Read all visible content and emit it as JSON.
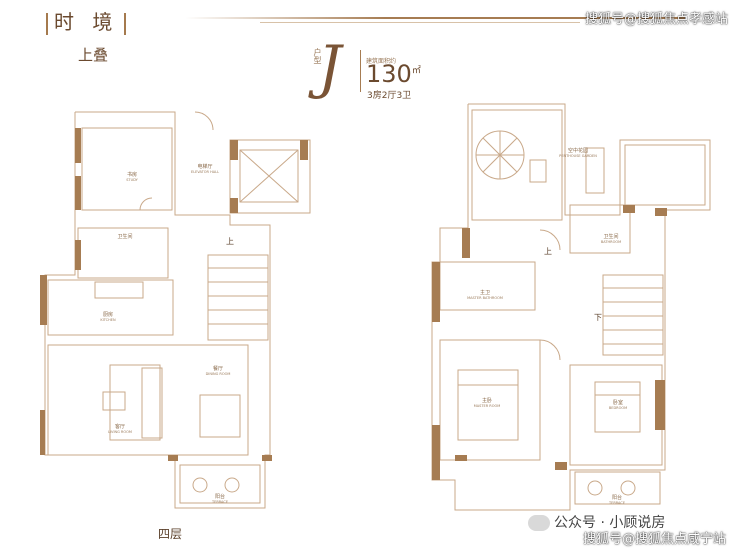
{
  "brand": {
    "title": "时 境",
    "subtitle": "上叠"
  },
  "watermarks": {
    "top": "搜狐号@搜狐焦点孝感站",
    "bottom": "搜狐号@搜狐焦点咸宁站"
  },
  "unit": {
    "tag": "户型",
    "letter": "J",
    "area_caption": "建筑面积约",
    "area": "130",
    "area_unit": "㎡",
    "layout": "3房2厅3卫"
  },
  "floor_label": "四层",
  "social_caption": "公众号 · 小顾说房",
  "left_plan": {
    "rooms": [
      {
        "cn": "书房",
        "en": "STUDY"
      },
      {
        "cn": "电梯厅",
        "en": "ELEVATOR HALL"
      },
      {
        "cn": "卫生间",
        "en": ""
      },
      {
        "cn": "厨房",
        "en": "KITCHEN"
      },
      {
        "cn": "餐厅",
        "en": "DINING ROOM"
      },
      {
        "cn": "客厅",
        "en": "LIVING ROOM"
      },
      {
        "cn": "阳台",
        "en": "TERRACE"
      }
    ],
    "stair_up": "上"
  },
  "right_plan": {
    "rooms": [
      {
        "cn": "空中花园",
        "en": "PENTHOUSE GARDEN"
      },
      {
        "cn": "卫生间",
        "en": "BATHROOM"
      },
      {
        "cn": "主卫",
        "en": "MASTER BATHROOM"
      },
      {
        "cn": "主卧",
        "en": "MASTER ROOM"
      },
      {
        "cn": "卧室",
        "en": "BEDROOM"
      },
      {
        "cn": "阳台",
        "en": "TERRACE"
      }
    ],
    "stair_up": "上",
    "stair_down": "下"
  },
  "colors": {
    "wall": "#a67c52",
    "line": "#c9a98a",
    "text": "#6b4a2f"
  }
}
